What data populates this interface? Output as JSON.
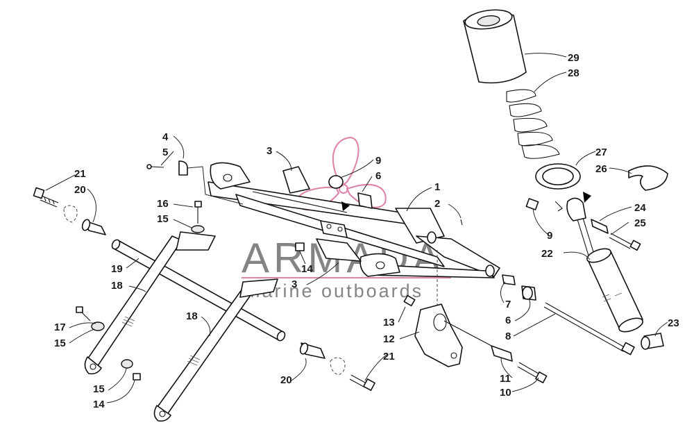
{
  "diagram": {
    "callouts": [
      {
        "id": "c21a",
        "label": "21"
      },
      {
        "id": "c20a",
        "label": "20"
      },
      {
        "id": "c4",
        "label": "4"
      },
      {
        "id": "c5",
        "label": "5"
      },
      {
        "id": "c3a",
        "label": "3"
      },
      {
        "id": "c9a",
        "label": "9"
      },
      {
        "id": "c6a",
        "label": "6"
      },
      {
        "id": "c1",
        "label": "1"
      },
      {
        "id": "c2",
        "label": "2"
      },
      {
        "id": "c16",
        "label": "16"
      },
      {
        "id": "c15a",
        "label": "15"
      },
      {
        "id": "c19",
        "label": "19"
      },
      {
        "id": "c18a",
        "label": "18"
      },
      {
        "id": "c14a",
        "label": "14"
      },
      {
        "id": "c3b",
        "label": "3"
      },
      {
        "id": "c17",
        "label": "17"
      },
      {
        "id": "c15b",
        "label": "15"
      },
      {
        "id": "c15c",
        "label": "15"
      },
      {
        "id": "c14b",
        "label": "14"
      },
      {
        "id": "c18b",
        "label": "18"
      },
      {
        "id": "c20b",
        "label": "20"
      },
      {
        "id": "c21b",
        "label": "21"
      },
      {
        "id": "c13",
        "label": "13"
      },
      {
        "id": "c12",
        "label": "12"
      },
      {
        "id": "c7",
        "label": "7"
      },
      {
        "id": "c6b",
        "label": "6"
      },
      {
        "id": "c8",
        "label": "8"
      },
      {
        "id": "c11",
        "label": "11"
      },
      {
        "id": "c10",
        "label": "10"
      },
      {
        "id": "c29",
        "label": "29"
      },
      {
        "id": "c28",
        "label": "28"
      },
      {
        "id": "c27",
        "label": "27"
      },
      {
        "id": "c26",
        "label": "26"
      },
      {
        "id": "c24",
        "label": "24"
      },
      {
        "id": "c25",
        "label": "25"
      },
      {
        "id": "c9b",
        "label": "9"
      },
      {
        "id": "c22",
        "label": "22"
      },
      {
        "id": "c23",
        "label": "23"
      }
    ]
  },
  "watermark": {
    "brand": "ARMADA",
    "tagline": "marine outboards",
    "accent_color": "#d9739f",
    "text_color": "#6f6f6f"
  }
}
